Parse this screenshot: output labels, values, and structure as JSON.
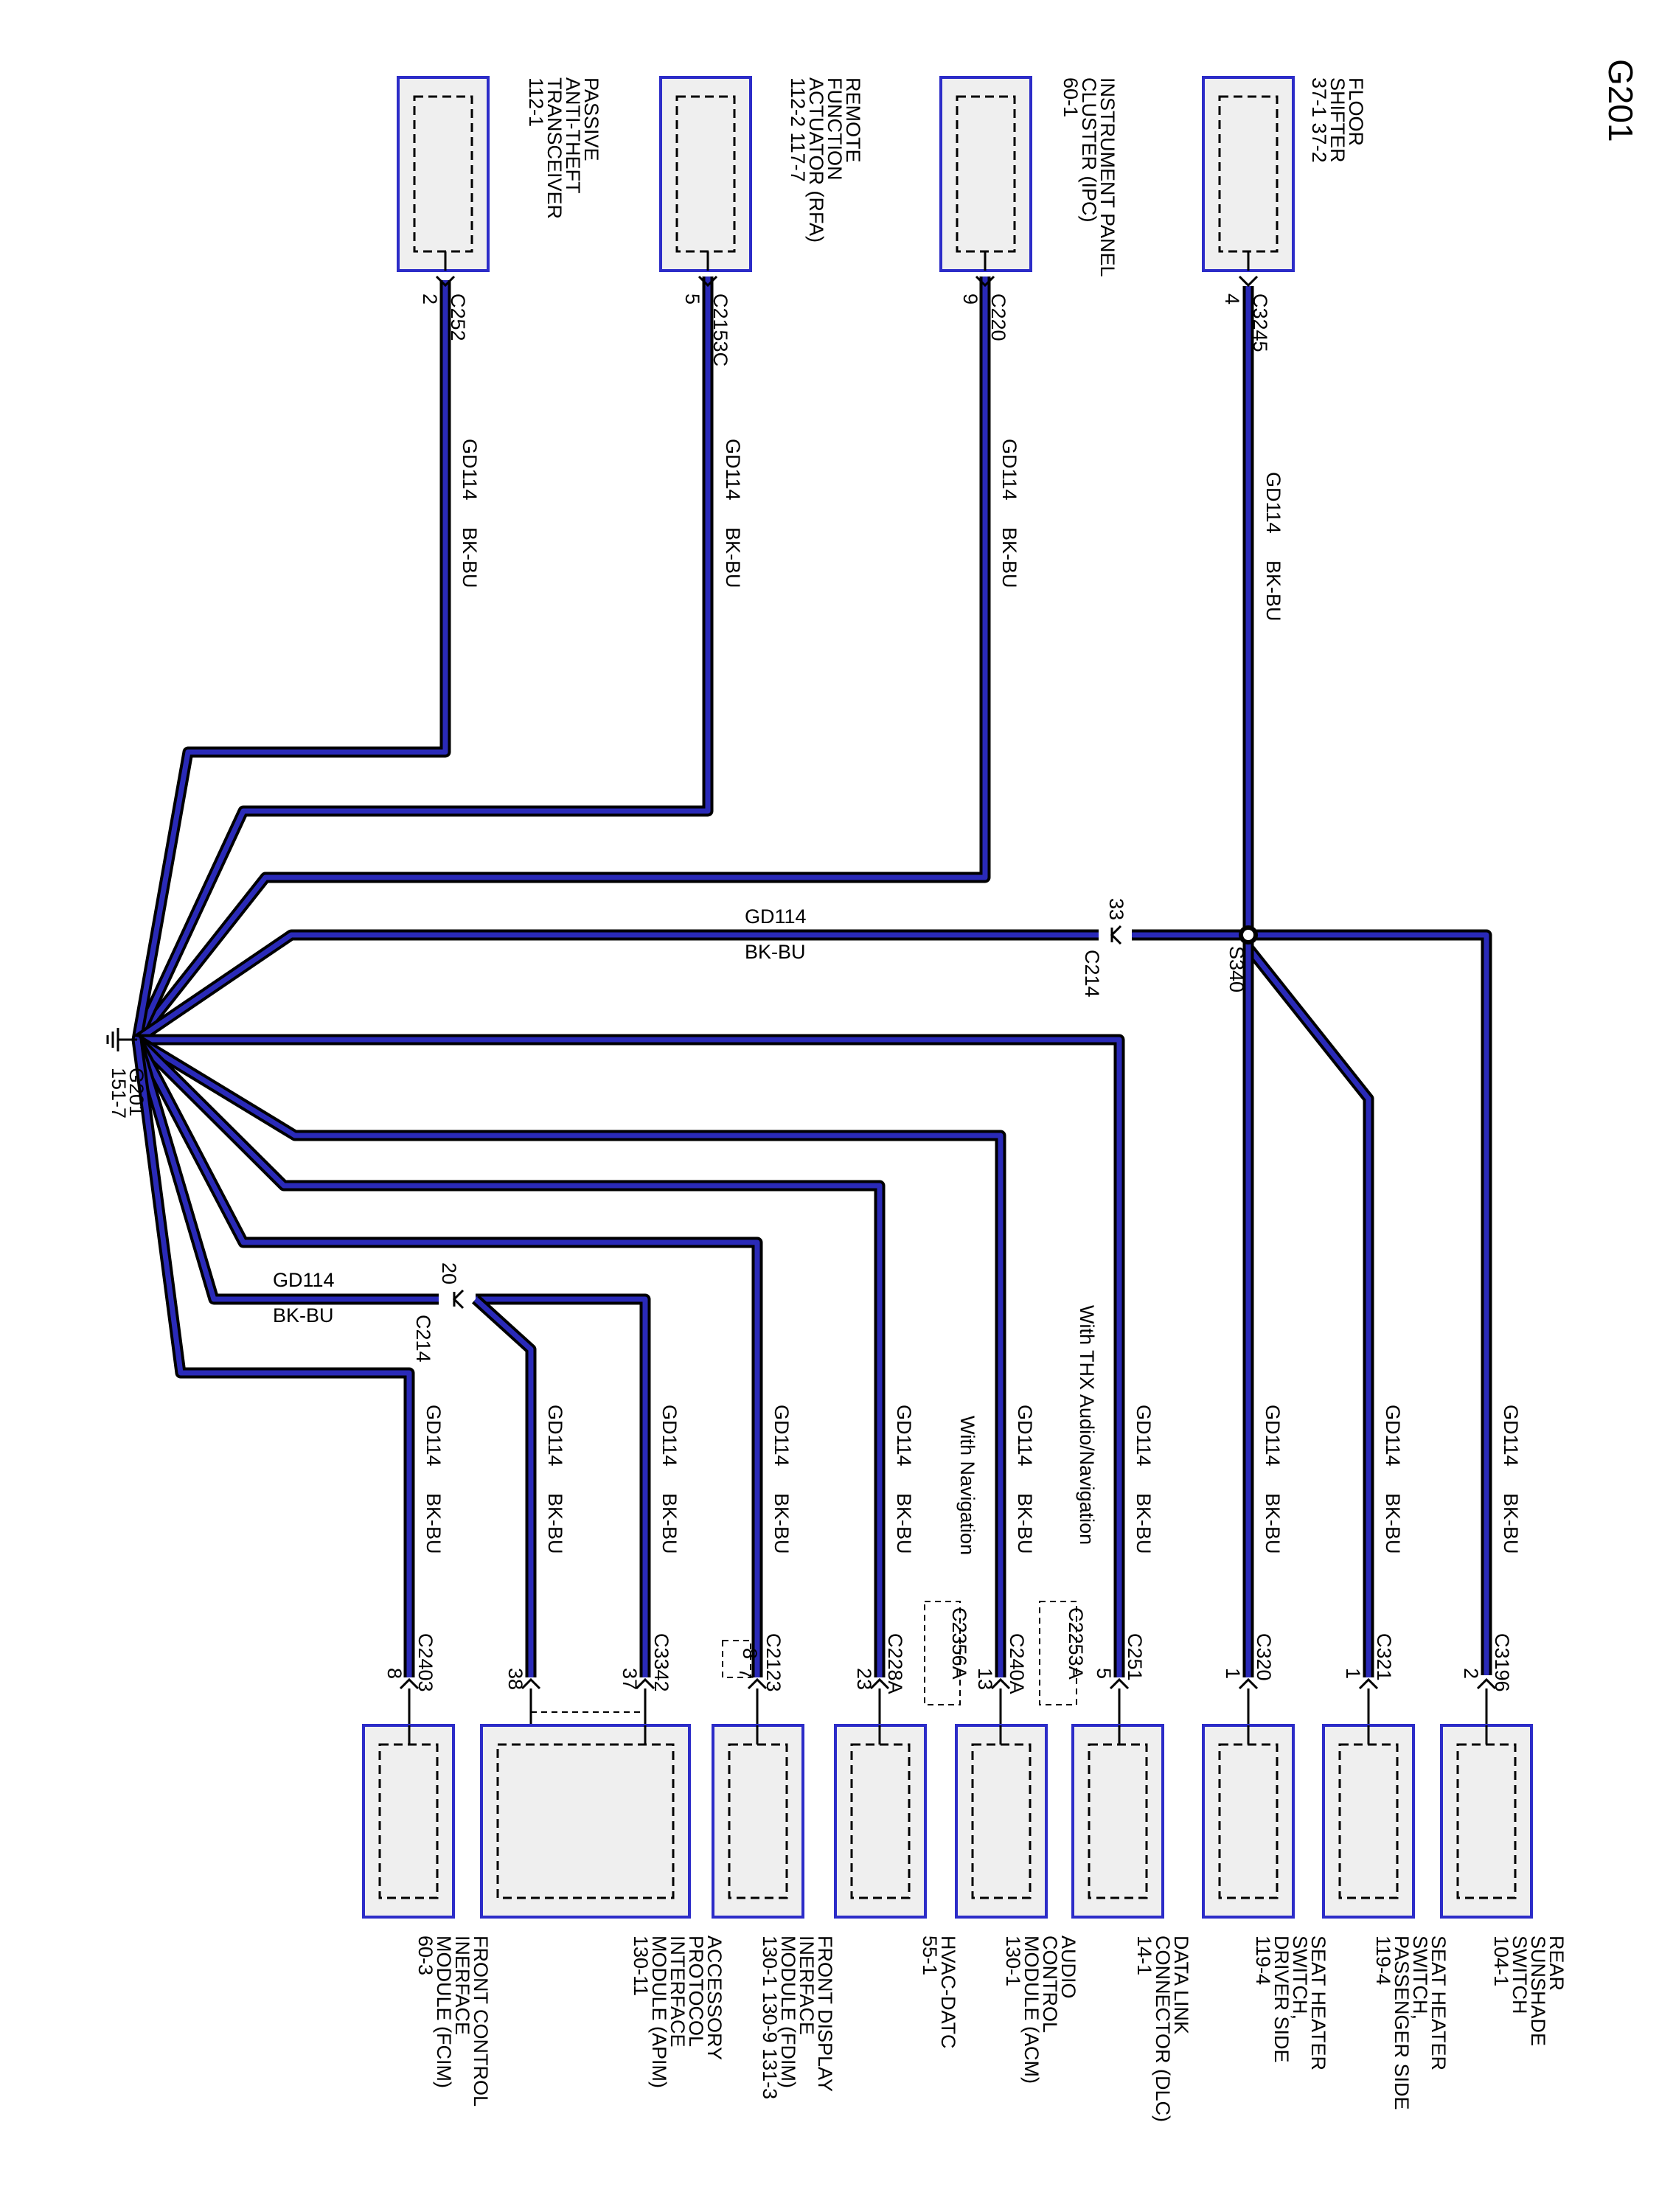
{
  "title": "G201",
  "ground": {
    "name": "G201",
    "ref": "151-7"
  },
  "splice": {
    "name": "S340"
  },
  "wire_labels": {
    "circuit": "GD114",
    "color": "BK-BU"
  },
  "inline_connectors": [
    {
      "name": "C214",
      "pin": "33"
    },
    {
      "name": "C214",
      "pin": "20"
    }
  ],
  "notes": {
    "thx": "With THX Audio/Navigation",
    "nav": "With Navigation"
  },
  "top_components": [
    {
      "lines": [
        "FLOOR",
        "SHIFTER",
        "37-1  37-2"
      ],
      "connector": "C3245",
      "pin": "4"
    },
    {
      "lines": [
        "INSTRUMENT PANEL",
        "CLUSTER (IPC)",
        "60-1"
      ],
      "connector": "C220",
      "pin": "9"
    },
    {
      "lines": [
        "REMOTE",
        "FUNCTION",
        "ACTUATOR (RFA)",
        "112-2   117-7"
      ],
      "connector": "C2153C",
      "pin": "5"
    },
    {
      "lines": [
        "PASSIVE",
        "ANTI-THEFT",
        "TRANSCEIVER",
        "112-1"
      ],
      "connector": "C252",
      "pin": "2"
    }
  ],
  "bottom_components": [
    {
      "lines": [
        "REAR",
        "SUNSHADE",
        "SWITCH",
        "104-1"
      ],
      "connector": "C3196",
      "pin": "2"
    },
    {
      "lines": [
        "SEAT HEATER",
        "SWITCH,",
        "PASSENGER SIDE",
        "119-4"
      ],
      "connector": "C321",
      "pin": "1"
    },
    {
      "lines": [
        "SEAT HEATER",
        "SWITCH,",
        "DRIVER SIDE",
        "119-4"
      ],
      "connector": "C320",
      "pin": "1"
    },
    {
      "lines": [
        "DATA LINK",
        "CONNECTOR (DLC)",
        "14-1"
      ],
      "connector": "C251",
      "pin": "5"
    },
    {
      "lines": [
        "AUDIO",
        "CONTROL",
        "MODULE (ACM)",
        "130-1"
      ],
      "connector": "C240A",
      "alt_connector": "C2253A",
      "pin": "13"
    },
    {
      "lines": [
        "HVAC-DATC",
        "55-1"
      ],
      "connector": "C228A",
      "alt_connector": "C2356A",
      "pin": "23"
    },
    {
      "lines": [
        "FRONT DISPLAY",
        "INERFACE",
        "MODULE (FDIM)",
        "130-1  130-9   131-3"
      ],
      "connector": "C2123",
      "pin": "7",
      "alt_pin": "8"
    },
    {
      "lines": [
        "ACCESSORY",
        "PROTOCOL",
        "INTERFACE",
        "MODULE (APIM)",
        "130-11"
      ],
      "connector": "C3342",
      "pin": "37",
      "pin2": "38"
    },
    {
      "lines": [
        "FRONT CONTROL",
        "INERFACE",
        "MODULE (FCIM)",
        "60-3"
      ],
      "connector": "C2403",
      "pin": "8"
    }
  ]
}
